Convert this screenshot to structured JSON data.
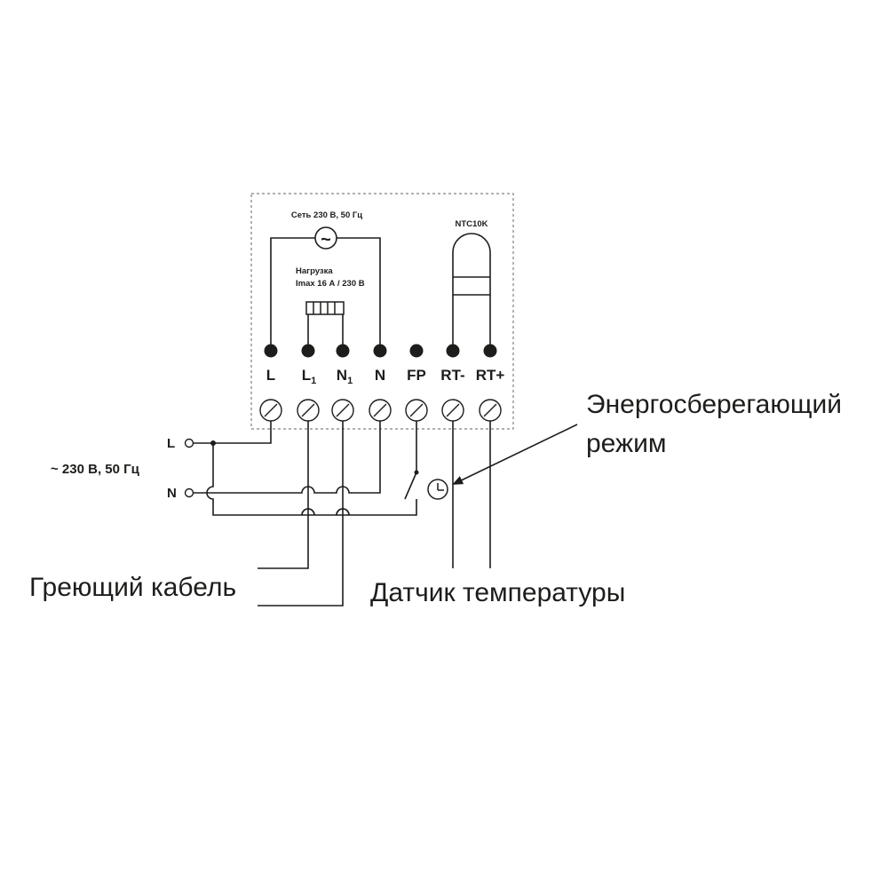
{
  "title": "",
  "box": {
    "source_label": "Сеть 230 В, 50 Гц",
    "load_label_line1": "Нагрузка",
    "load_label_line2": "Imax 16 А / 230 В",
    "sensor_label": "NTC10K",
    "ac_symbol": "~"
  },
  "terminals": [
    {
      "label": "L",
      "sub": ""
    },
    {
      "label": "L",
      "sub": "1"
    },
    {
      "label": "N",
      "sub": "1"
    },
    {
      "label": "N",
      "sub": ""
    },
    {
      "label": "FP",
      "sub": ""
    },
    {
      "label": "RT-",
      "sub": ""
    },
    {
      "label": "RT+",
      "sub": ""
    }
  ],
  "supply": {
    "l_label": "L",
    "n_label": "N",
    "voltage_label": "~ 230 В, 50 Гц"
  },
  "callouts": {
    "energy_saving_line1": "Энергосберегающий",
    "energy_saving_line2": "режим",
    "heating_cable": "Греющий кабель",
    "temp_sensor": "Датчик температуры"
  }
}
